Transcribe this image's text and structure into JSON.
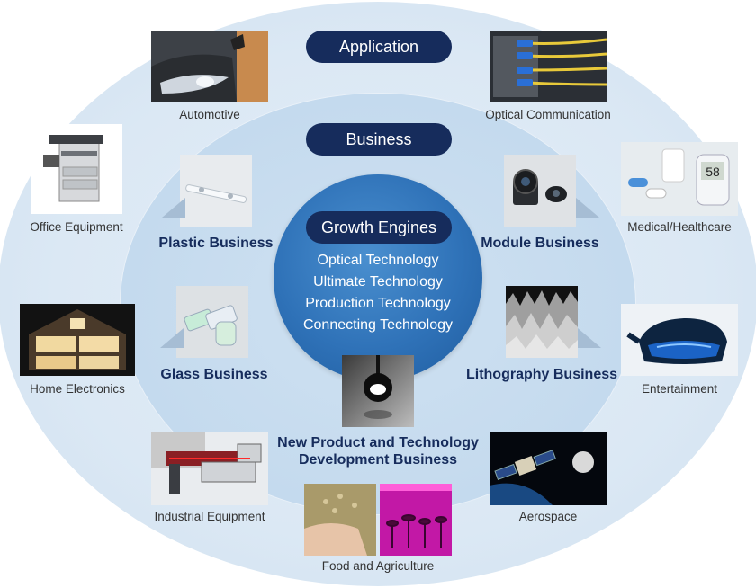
{
  "rings": {
    "application_label": "Application",
    "business_label": "Business",
    "growth_label": "Growth Engines"
  },
  "technologies": [
    "Optical Technology",
    "Ultimate Technology",
    "Production Technology",
    "Connecting Technology"
  ],
  "businesses": {
    "plastic": "Plastic Business",
    "module": "Module Business",
    "glass": "Glass Business",
    "lithography": "Lithography Business",
    "new_product_line1": "New Product and Technology",
    "new_product_line2": "Development Business"
  },
  "applications": {
    "automotive": "Automotive",
    "optical_communication": "Optical Communication",
    "office_equipment": "Office Equipment",
    "medical": "Medical/Healthcare",
    "home_electronics": "Home Electronics",
    "entertainment": "Entertainment",
    "industrial": "Industrial Equipment",
    "aerospace": "Aerospace",
    "food": "Food and Agriculture"
  },
  "medical_display": "58",
  "colors": {
    "navy": "#162c5c",
    "core_blue": "#2f72b8",
    "outer_ring": "#dbe8f4",
    "middle_ring": "#c4daee"
  }
}
